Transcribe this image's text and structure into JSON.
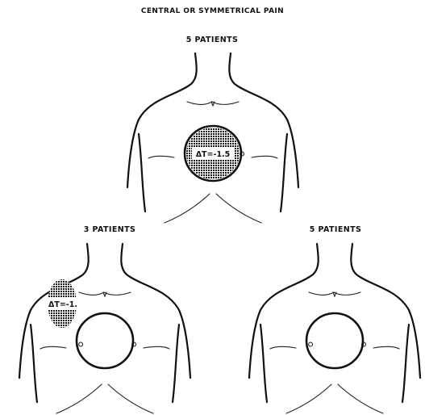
{
  "figure": {
    "title": "CENTRAL OR SYMMETRICAL PAIN",
    "panels": [
      {
        "label": "5 PATIENTS",
        "delta_t": "ΔT=-1.5",
        "hot_region": "central chest",
        "pattern_color": "#1a1a1a"
      },
      {
        "label": "3 PATIENTS",
        "delta_t": "ΔT=-1.",
        "hot_region": "right upper chest",
        "pattern_color": "#1a1a1a"
      },
      {
        "label": "5 PATIENTS",
        "delta_t": "",
        "hot_region": "none"
      }
    ]
  }
}
